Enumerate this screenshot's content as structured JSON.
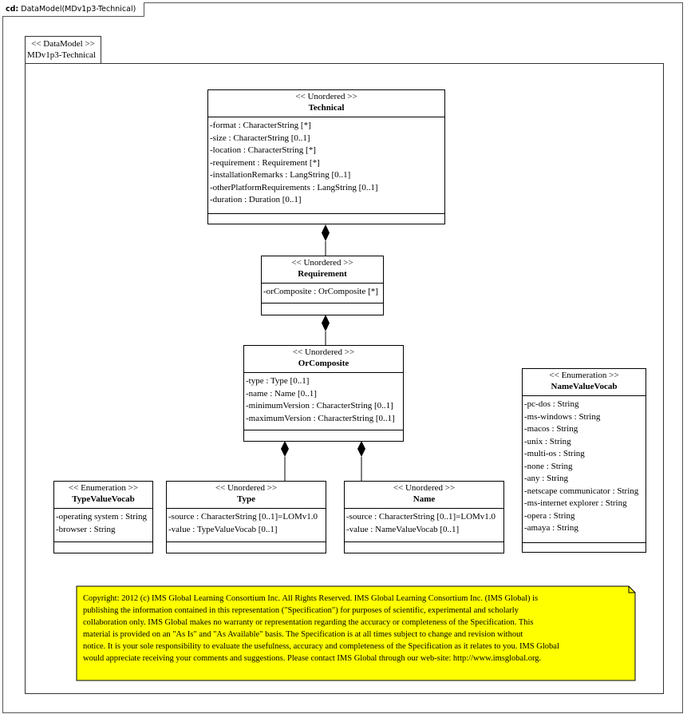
{
  "frame": {
    "kind": "cd:",
    "title": "DataModel(MDv1p3-Technical)"
  },
  "package": {
    "stereotype": "<< DataModel >>",
    "name": "MDv1p3-Technical"
  },
  "classes": {
    "technical": {
      "stereotype": "<< Unordered >>",
      "name": "Technical",
      "attributes": [
        "-format : CharacterString  [*]",
        "-size : CharacterString  [0..1]",
        "-location : CharacterString  [*]",
        "-requirement  : Requirement  [*]",
        "-installationRemarks   : LangString  [0..1]",
        "-otherPlatformRequirements   : LangString  [0..1]",
        "-duration : Duration  [0..1]"
      ]
    },
    "requirement": {
      "stereotype": "<< Unordered >>",
      "name": "Requirement",
      "attributes": [
        "-orComposite : OrComposite  [*]"
      ]
    },
    "orcomposite": {
      "stereotype": "<< Unordered >>",
      "name": "OrComposite",
      "attributes": [
        "-type : Type  [0..1]",
        "-name : Name  [0..1]",
        "-minimumVersion   : CharacterString  [0..1]",
        "-maximumVersion   : CharacterString  [0..1]"
      ]
    },
    "namevaluevocab": {
      "stereotype": "<< Enumeration  >>",
      "name": "NameValueVocab",
      "attributes": [
        "-pc-dos : String",
        "-ms-windows : String",
        "-macos : String",
        "-unix : String",
        "-multi-os : String",
        "-none : String",
        "-any : String",
        "-netscape communicator   : String",
        "-ms-internet explorer   : String",
        "-opera : String",
        "-amaya : String"
      ]
    },
    "typevaluevocab": {
      "stereotype": "<< Enumeration  >>",
      "name": "TypeValueVocab",
      "attributes": [
        "-operating system   : String",
        "-browser : String"
      ]
    },
    "type": {
      "stereotype": "<< Unordered >>",
      "name": "Type",
      "attributes": [
        "-source : CharacterString  [0..1]=LOMv1.0",
        "-value : TypeValueVocab  [0..1]"
      ]
    },
    "name": {
      "stereotype": "<< Unordered >>",
      "name": "Name",
      "attributes": [
        "-source : CharacterString  [0..1]=LOMv1.0",
        "-value : NameValueVocab  [0..1]"
      ]
    }
  },
  "note": {
    "lines": [
      "Copyright: 2012 (c) IMS Global Learning Consortium Inc.  All Rights Reserved.  IMS Global Learning Consortium Inc. (IMS Global) is",
      "publishing the information contained in this representation (\"Specification\") for purposes of scientific, experimental and scholarly",
      "collaboration only.  IMS Global makes no warranty or representation regarding the accuracy or completeness of the Specification.  This",
      "material is provided on an \"As Is\" and \"As Available\" basis.  The Specification is at all times subject to change and revision without",
      "notice.  It is your sole responsibility to evaluate the usefulness, accuracy and completeness of the Specification as it relates to you.  IMS Global",
      "would appreciate receiving your comments and suggestions.  Please contact IMS Global through our web-site: http://www.imsglobal.org."
    ]
  },
  "colors": {
    "note_fill": "#ffff00",
    "line": "#000000"
  }
}
